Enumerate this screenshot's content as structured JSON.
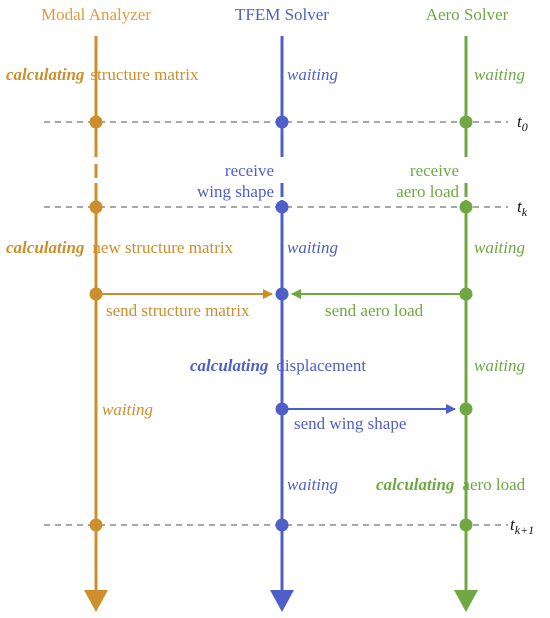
{
  "colors": {
    "modal": "#cc8f2c",
    "modal_head": "#e39a3e",
    "tfem": "#4f5fc9",
    "aero": "#6fa842",
    "dashed": "#8a8a8a",
    "text": "#111111"
  },
  "lanes": {
    "modal": {
      "title": "Modal Analyzer"
    },
    "tfem": {
      "title": "TFEM Solver"
    },
    "aero": {
      "title": "Aero Solver"
    }
  },
  "time_labels": {
    "t0": {
      "base": "t",
      "sub": "0"
    },
    "tk": {
      "base": "t",
      "sub": "k"
    },
    "tk1": {
      "base": "t",
      "sub": "k+1"
    }
  },
  "phase1": {
    "modal_status": "calculating",
    "modal_text": "structure matrix",
    "tfem_status": "waiting",
    "aero_status": "waiting"
  },
  "exchange1": {
    "tfem_line1": "receive",
    "tfem_line2": "wing shape",
    "aero_line1": "receive",
    "aero_line2": "aero load"
  },
  "phase2": {
    "modal_status": "calculating",
    "modal_text": "new structure matrix",
    "tfem_status": "waiting",
    "aero_status": "waiting"
  },
  "messages": {
    "send_structure_matrix": "send structure matrix",
    "send_aero_load": "send aero load",
    "send_wing_shape": "send wing shape"
  },
  "phase3": {
    "tfem_status": "calculating",
    "tfem_text": "displacement",
    "aero_status": "waiting",
    "modal_status": "waiting"
  },
  "phase4": {
    "tfem_status": "waiting",
    "aero_status": "calculating",
    "aero_text": "aero load"
  }
}
